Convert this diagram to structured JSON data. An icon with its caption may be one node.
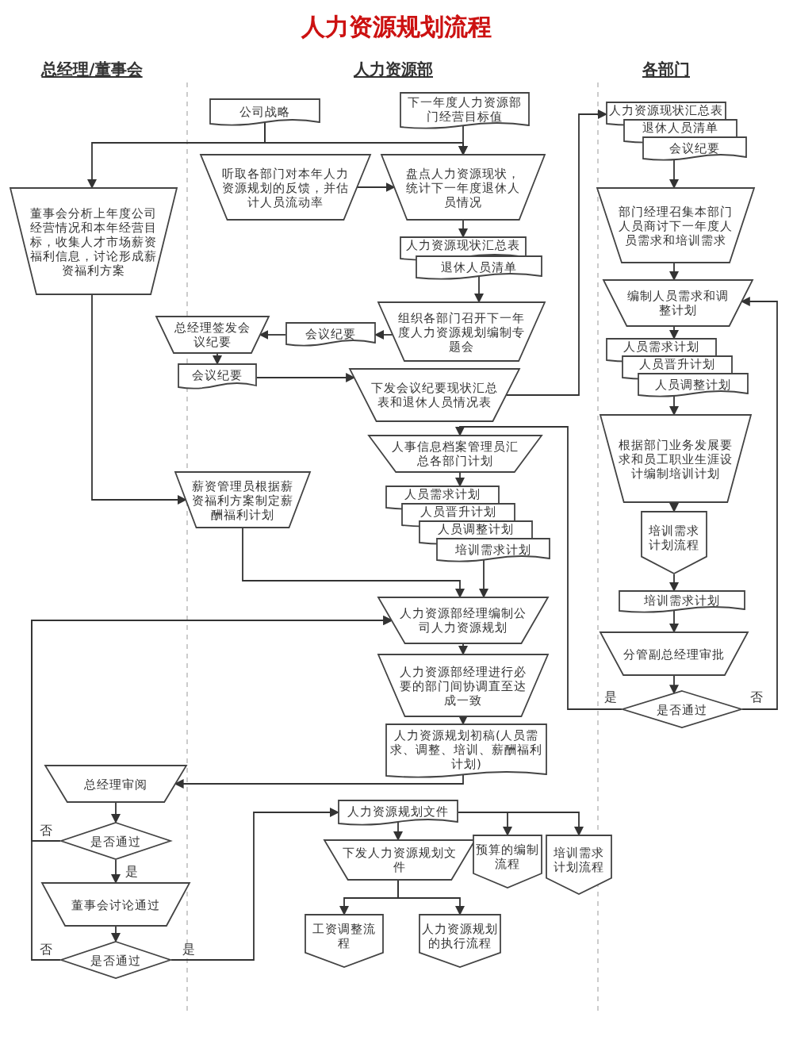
{
  "diagram": {
    "title": "人力资源规划流程",
    "nodes": [
      {
        "text": [
          "公司战略"
        ]
      },
      {
        "text": [
          "下一年度人力资源部门经营目标值"
        ]
      },
      {
        "text": [
          "董事会分析上年度公司经营情况和本年经营目标，收集人才市场薪资福利信息，讨论形成薪资福利方案"
        ]
      },
      {
        "text": [
          "听取各部门对本年人力资源规划的反馈，并估计人员流动率"
        ]
      },
      {
        "text": [
          "盘点人力资源现状，统计下一年度退休人员情况"
        ]
      },
      {
        "text": [
          "人力资源现状汇总表"
        ]
      },
      {
        "text": [
          "退休人员清单"
        ]
      },
      {
        "text": [
          "组织各部门召开下一年度人力资源规划编制专题会"
        ]
      },
      {
        "text": [
          "会议纪要"
        ]
      },
      {
        "text": [
          "总经理签发会议纪要"
        ]
      },
      {
        "text": [
          "会议纪要"
        ]
      },
      {
        "text": [
          "下发会议纪要现状汇总表和退休人员情况表"
        ]
      },
      {
        "text": [
          "人力资源现状汇总表"
        ]
      },
      {
        "text": [
          "退休人员清单"
        ]
      },
      {
        "text": [
          "会议纪要"
        ]
      },
      {
        "text": [
          "部门经理召集本部门人员商讨下一年度人员需求和培训需求"
        ]
      },
      {
        "text": [
          "编制人员需求和调整计划"
        ]
      },
      {
        "text": [
          "人员需求计划"
        ]
      },
      {
        "text": [
          "人员晋升计划"
        ]
      },
      {
        "text": [
          "人员调整计划"
        ]
      },
      {
        "text": [
          "根据部门业务发展要求和员工职业生涯设计编制培训计划"
        ]
      },
      {
        "text": [
          "培训需求计划流程"
        ]
      },
      {
        "text": [
          "培训需求计划"
        ]
      },
      {
        "text": [
          "分管副总经理审批"
        ]
      },
      {
        "text": [
          "是否通过"
        ]
      },
      {
        "text": [
          "薪资管理员根据薪资福利方案制定薪酬福利计划"
        ]
      },
      {
        "text": [
          "人事信息档案管理员汇总各部门计划"
        ]
      },
      {
        "text": [
          "人员需求计划"
        ]
      },
      {
        "text": [
          "人员晋升计划"
        ]
      },
      {
        "text": [
          "人员调整计划"
        ]
      },
      {
        "text": [
          "培训需求计划"
        ]
      },
      {
        "text": [
          "人力资源部经理编制公司人力资源规划"
        ]
      },
      {
        "text": [
          "人力资源部经理进行必要的部门间协调直至达成一致"
        ]
      },
      {
        "text": [
          "人力资源规划初稿(人员需求、调整、培训、薪酬福利计划)"
        ]
      },
      {
        "text": [
          "总经理审阅"
        ]
      },
      {
        "text": [
          "是否通过"
        ]
      },
      {
        "text": [
          "董事会讨论通过"
        ]
      },
      {
        "text": [
          "是否通过"
        ]
      },
      {
        "text": [
          "人力资源规划文件"
        ]
      },
      {
        "text": [
          "下发人力资源规划文件"
        ]
      },
      {
        "text": [
          "预算的编制流程"
        ]
      },
      {
        "text": [
          "培训需求计划流程"
        ]
      },
      {
        "text": [
          "工资调整流程"
        ]
      },
      {
        "text": [
          "人力资源规划的执行流程"
        ]
      }
    ],
    "edges": [
      {
        "from": 0,
        "to": 2,
        "arrow": "to"
      },
      {
        "from": 0,
        "to": 4,
        "arrow": "to"
      },
      {
        "from": 1,
        "to": 4,
        "arrow": "to"
      },
      {
        "from": 3,
        "to": 4,
        "arrow": "to"
      },
      {
        "from": 4,
        "to": 5,
        "arrow": "to"
      },
      {
        "from": 6,
        "to": 7,
        "arrow": "to"
      },
      {
        "from": 7,
        "to": 8,
        "arrow": "to"
      },
      {
        "from": 8,
        "to": 9,
        "arrow": "to"
      },
      {
        "from": 9,
        "to": 10,
        "arrow": "to"
      },
      {
        "from": 10,
        "to": 11,
        "arrow": "to"
      },
      {
        "from": 11,
        "to": 12,
        "arrow": "to"
      },
      {
        "from": 14,
        "to": 15,
        "arrow": "to"
      },
      {
        "from": 15,
        "to": 16,
        "arrow": "to"
      },
      {
        "from": 16,
        "to": 17,
        "arrow": "to"
      },
      {
        "from": 19,
        "to": 20,
        "arrow": "to"
      },
      {
        "from": 20,
        "to": 21,
        "arrow": "to"
      },
      {
        "from": 21,
        "to": 22,
        "arrow": "to"
      },
      {
        "from": 22,
        "to": 23,
        "arrow": "to"
      },
      {
        "from": 23,
        "to": 24,
        "arrow": "to"
      },
      {
        "from": 24,
        "to": 16,
        "arrow": "to",
        "label": "否"
      },
      {
        "from": 24,
        "to": 26,
        "arrow": "to",
        "label": "是"
      },
      {
        "from": 2,
        "to": 25,
        "arrow": "to"
      },
      {
        "from": 25,
        "to": 31,
        "arrow": "to"
      },
      {
        "from": 26,
        "to": 27,
        "arrow": "to"
      },
      {
        "from": 30,
        "to": 31,
        "arrow": "to"
      },
      {
        "from": 31,
        "to": 32,
        "arrow": "to"
      },
      {
        "from": 32,
        "to": 33,
        "arrow": "to"
      },
      {
        "from": 33,
        "to": 34,
        "arrow": "to"
      },
      {
        "from": 34,
        "to": 35,
        "arrow": "to"
      },
      {
        "from": 35,
        "to": 31,
        "arrow": "to",
        "label": "否"
      },
      {
        "from": 35,
        "to": 36,
        "arrow": "to",
        "label": "是"
      },
      {
        "from": 36,
        "to": 37,
        "arrow": "to"
      },
      {
        "from": 37,
        "to": 31,
        "arrow": "to",
        "label": "否"
      },
      {
        "from": 37,
        "to": 38,
        "arrow": "to",
        "label": "是"
      },
      {
        "from": 38,
        "to": 39,
        "arrow": "to"
      },
      {
        "from": 38,
        "to": 40,
        "arrow": "to"
      },
      {
        "from": 38,
        "to": 41,
        "arrow": "to"
      },
      {
        "from": 39,
        "to": 42,
        "arrow": "to"
      },
      {
        "from": 39,
        "to": 43,
        "arrow": "to"
      }
    ],
    "labels": [
      "总经理/董事会",
      "人力资源部",
      "各部门"
    ]
  }
}
